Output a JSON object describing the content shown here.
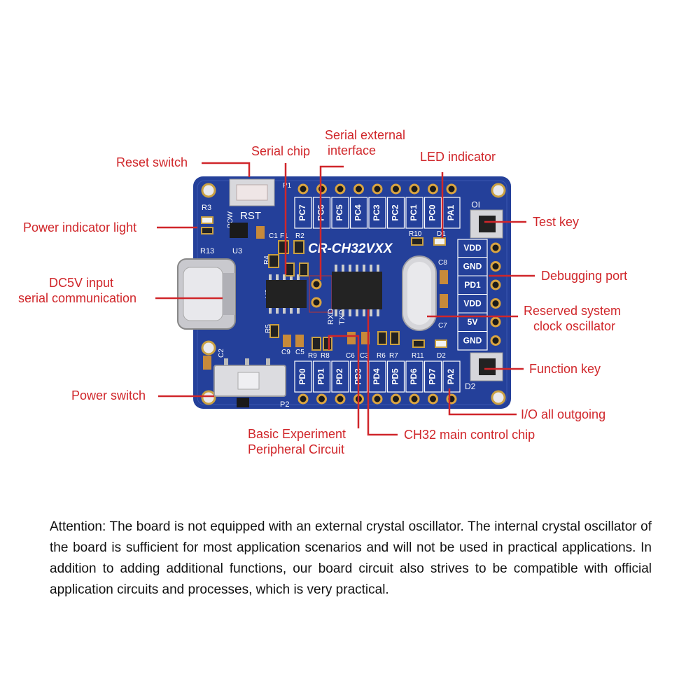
{
  "callouts": {
    "reset_switch": "Reset switch",
    "serial_chip": "Serial chip",
    "serial_ext_1": "Serial external",
    "serial_ext_2": "interface",
    "led_indicator": "LED indicator",
    "power_indicator": "Power indicator light",
    "test_key": "Test key",
    "dc5v_1": "DC5V input",
    "dc5v_2": "serial communication",
    "debug_port": "Debugging port",
    "reserved_osc_1": "Reserved system",
    "reserved_osc_2": "clock oscillator",
    "function_key": "Function key",
    "power_switch": "Power switch",
    "io_outgoing": "I/O all outgoing",
    "basic_exp_1": "Basic Experiment",
    "basic_exp_2": "Peripheral Circuit",
    "main_chip": "CH32 main control chip"
  },
  "board": {
    "model": "CR-CH32VXX",
    "rst": "RST",
    "top_pins": [
      "PC7",
      "PC6",
      "PC5",
      "PC4",
      "PC3",
      "PC2",
      "PC1",
      "PC0",
      "PA1"
    ],
    "bottom_pins": [
      "PD0",
      "PD1",
      "PD2",
      "PD3",
      "PD4",
      "PD5",
      "PD6",
      "PD7",
      "PA2"
    ],
    "right_pins": [
      "VDD",
      "GND",
      "PD1",
      "VDD",
      "5V",
      "GND"
    ],
    "refs": {
      "p1": "P1",
      "p2": "P2",
      "r3": "R3",
      "r13": "R13",
      "u3": "U3",
      "pow": "POW",
      "c1": "C1",
      "f1": "F1",
      "r2": "R2",
      "r4": "R4",
      "u2": "U2",
      "r5": "R5",
      "c9": "C9",
      "c5": "C5",
      "c2": "C2",
      "r9": "R9",
      "r8": "R8",
      "c6": "C6",
      "c3": "C3",
      "r6": "R6",
      "r7": "R7",
      "r11": "R11",
      "d2": "D2",
      "r10": "R10",
      "d1": "D1",
      "c8": "C8",
      "c7": "C7",
      "io": "IO",
      "rxd": "RXD",
      "txd": "TXD"
    }
  },
  "note": "Attention: The board is not equipped with an external crystal oscillator. The internal crystal oscillator of the board is sufficient for most application scenarios and will not be used in practical applications. In addition to adding additional functions, our board circuit also strives to be compatible with official application circuits and processes, which is very practical.",
  "colors": {
    "callout": "#d0262a",
    "pcb": "#24409a",
    "pad": "#d9a441",
    "text": "#111111"
  }
}
